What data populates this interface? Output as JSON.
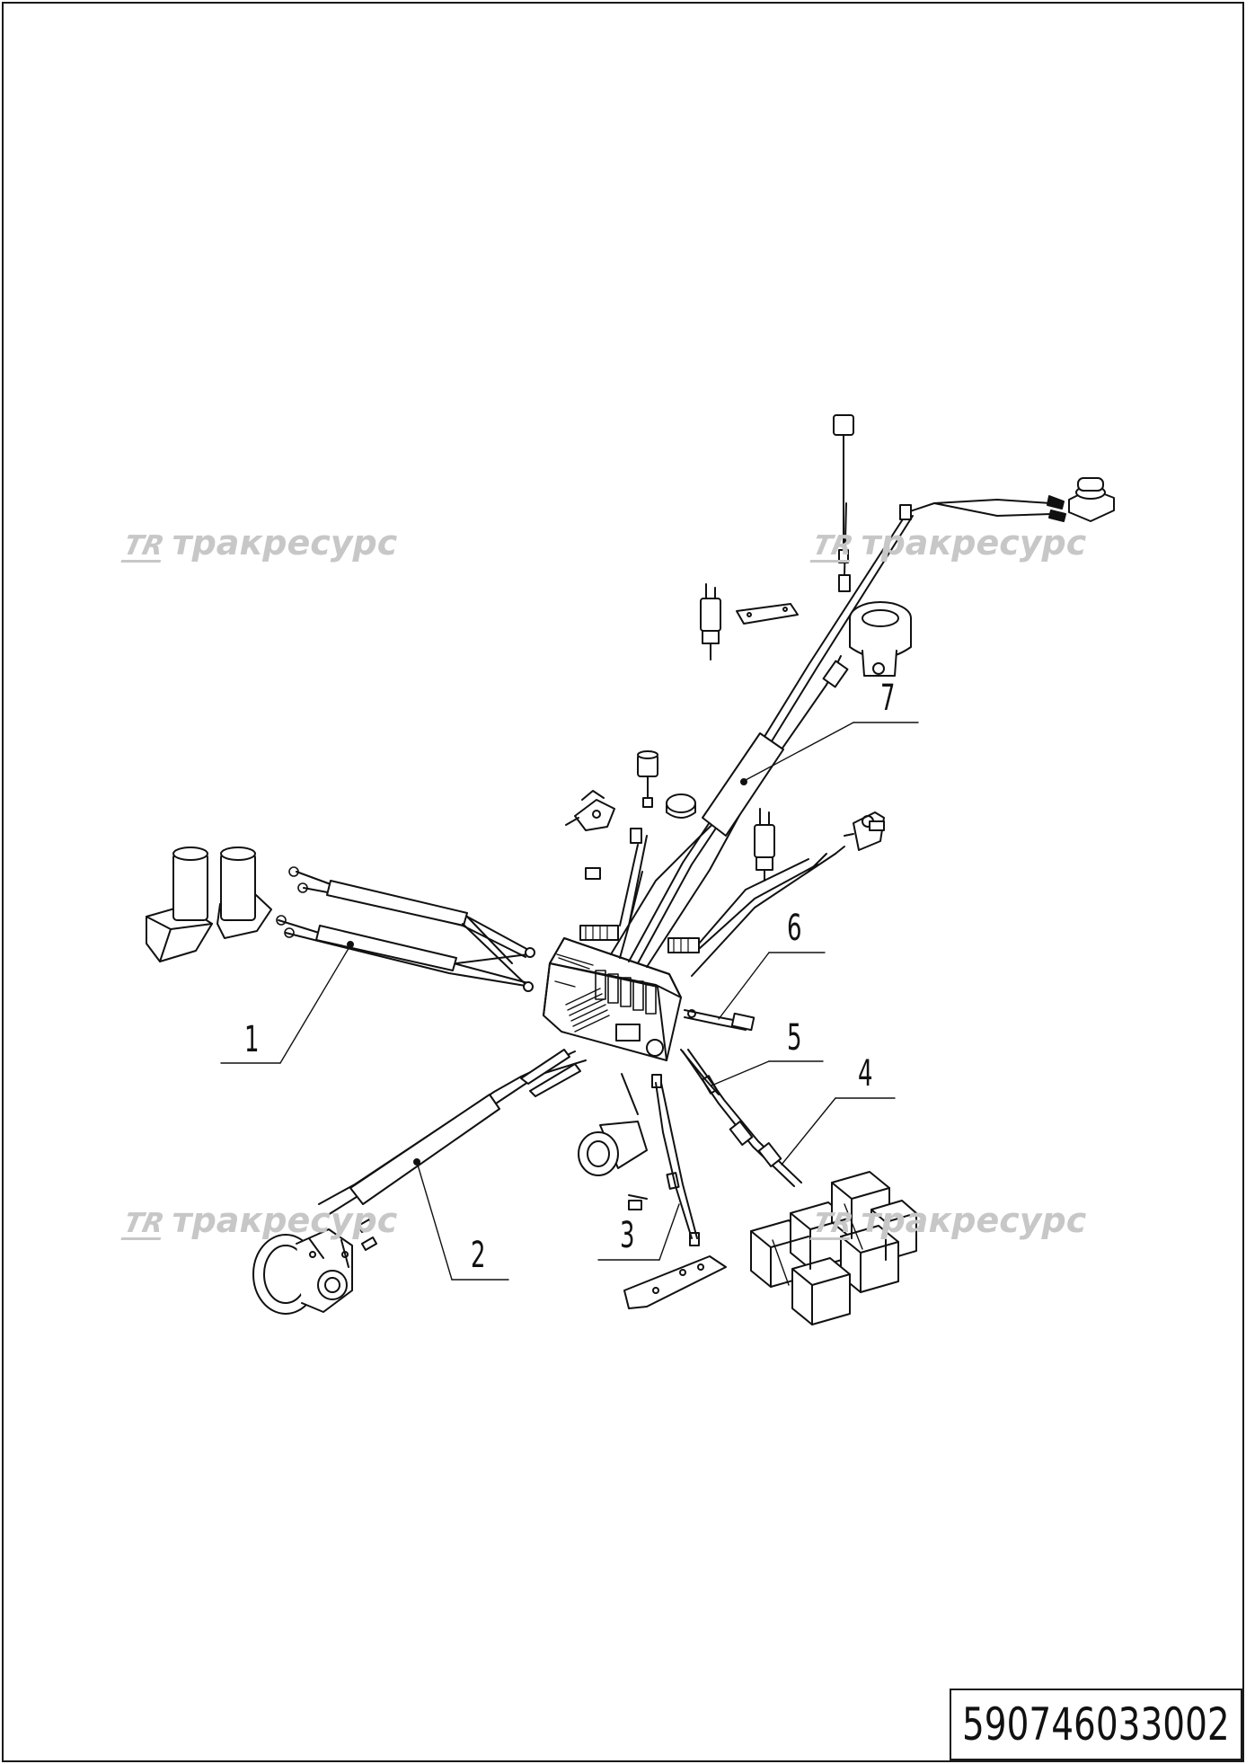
{
  "watermark": {
    "brand_text": "тракресурс",
    "logo_text": "TR"
  },
  "callouts": [
    "1",
    "2",
    "3",
    "4",
    "5",
    "6",
    "7"
  ],
  "part_number": "590746033002",
  "icons": [
    "controller-unit-icon",
    "battery-pack-icon",
    "drive-motor-icon",
    "capacitor-icon",
    "horn-icon",
    "pump-motor-icon",
    "relay-icon",
    "switch-icon",
    "connector-icon"
  ]
}
